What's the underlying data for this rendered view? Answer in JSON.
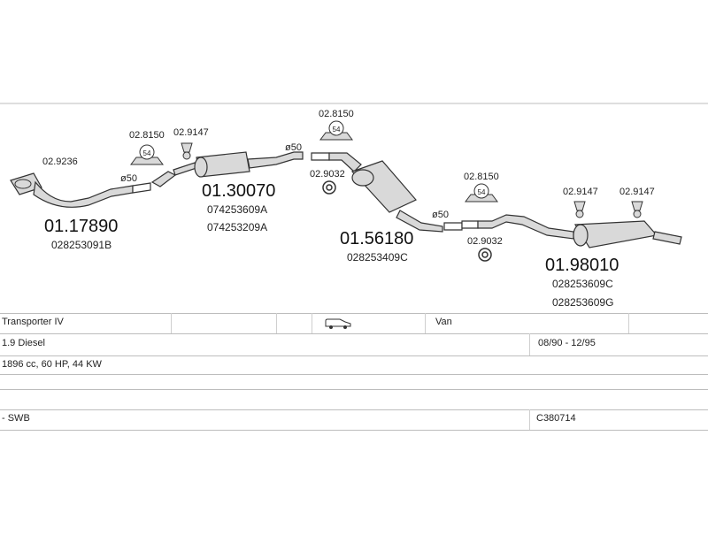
{
  "parts": {
    "p1": {
      "number": "01.17890",
      "oem": [
        "028253091B"
      ]
    },
    "p2": {
      "number": "01.30070",
      "oem": [
        "074253609A",
        "074253209A"
      ]
    },
    "p3": {
      "number": "01.56180",
      "oem": [
        "028253409C"
      ]
    },
    "p4": {
      "number": "01.98010",
      "oem": [
        "028253609C",
        "028253609G"
      ]
    }
  },
  "accessories": {
    "a1": "02.9236",
    "a2": "02.8150",
    "a3": "02.9147",
    "a4": "02.8150",
    "a5": "02.9032",
    "a6": "02.8150",
    "a7": "02.9032",
    "a8": "02.9147",
    "a9": "02.9147"
  },
  "diameters": {
    "d1": "ø50",
    "d2": "ø50",
    "d3": "ø50"
  },
  "clamp_size": "54",
  "vehicle": {
    "model": "Transporter IV",
    "body_type": "Van",
    "engine": "1.9 Diesel",
    "years": "08/90 - 12/95",
    "specs": "1896 cc, 60 HP, 44 KW",
    "variant": "- SWB",
    "code": "C380714"
  },
  "colors": {
    "line": "#333333",
    "fill": "#d9d9d9",
    "grid": "#bdbdbd"
  }
}
